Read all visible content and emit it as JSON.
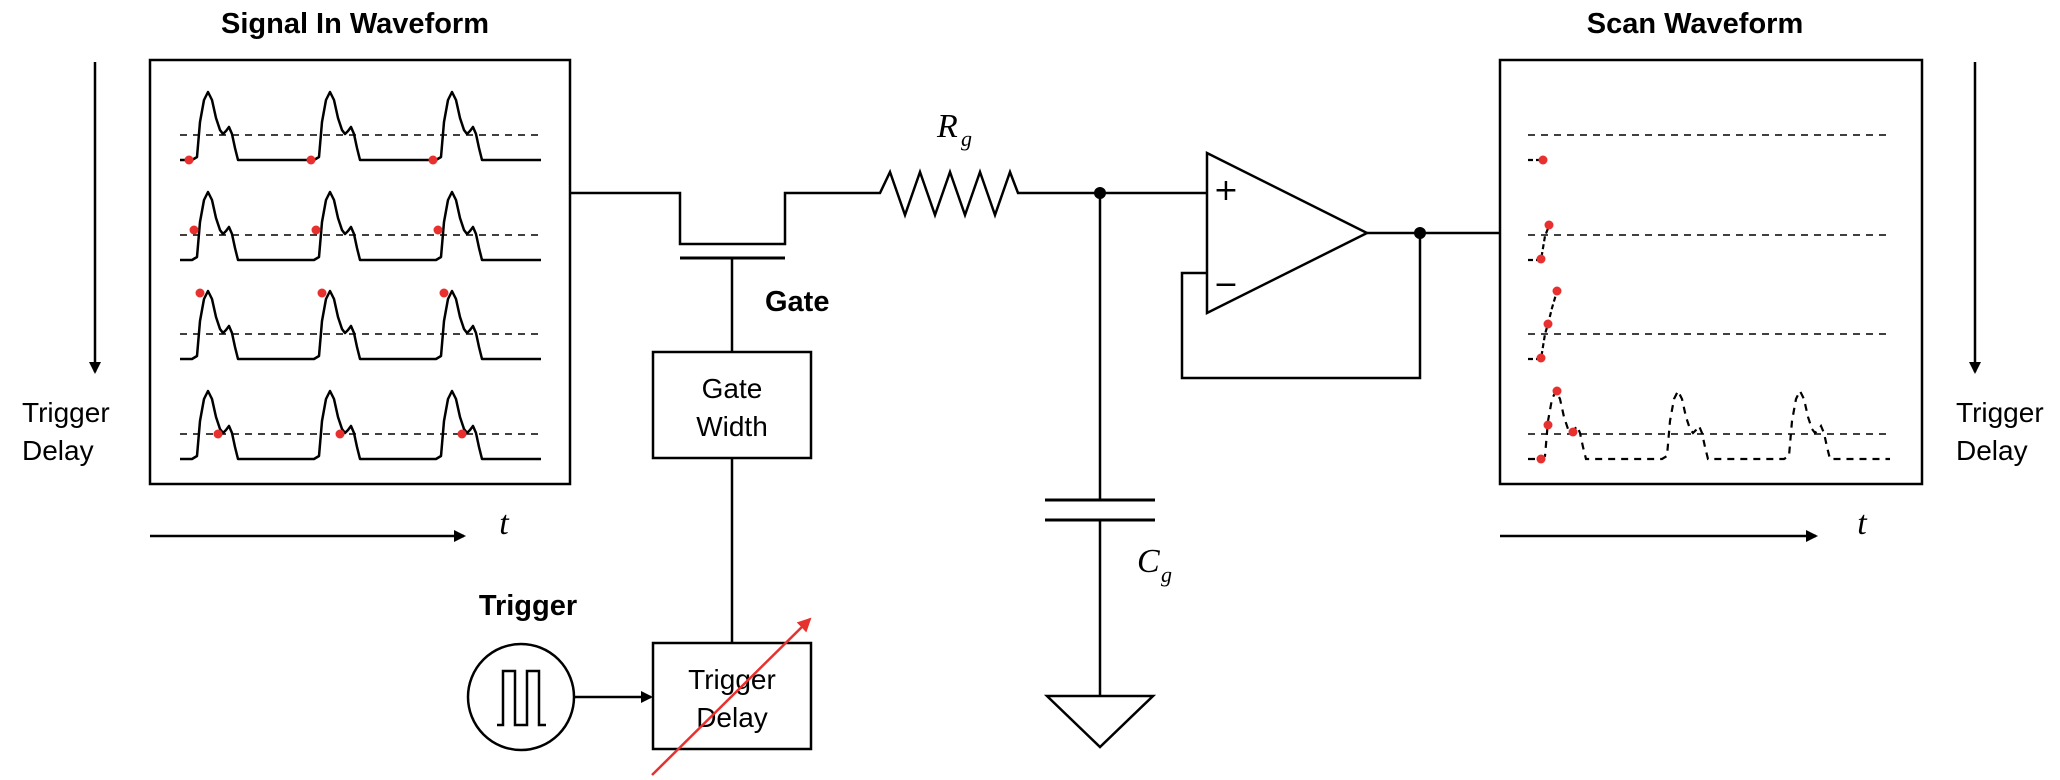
{
  "labels": {
    "signal_in_title": "Signal In Waveform",
    "scan_title": "Scan Waveform",
    "trigger_delay_left": [
      "Trigger",
      "Delay"
    ],
    "trigger_delay_right": [
      "Trigger",
      "Delay"
    ],
    "time_axis_left": "t",
    "time_axis_right": "t",
    "gate": "Gate",
    "gate_width_box": [
      "Gate",
      "Width"
    ],
    "trigger": "Trigger",
    "trigger_delay_box": [
      "Trigger",
      "Delay"
    ],
    "resistor": {
      "symbol": "R",
      "subscript": "g"
    },
    "capacitor": {
      "symbol": "C",
      "subscript": "g"
    },
    "opamp_plus": "+",
    "opamp_minus": "−"
  },
  "colors": {
    "line": "#000000",
    "sample_point": "#e8302f",
    "adjust_arrow": "#e8302f",
    "background": "#ffffff"
  },
  "signal_in_rows": 4,
  "pulses_per_row": 3,
  "scan_rows": 4
}
